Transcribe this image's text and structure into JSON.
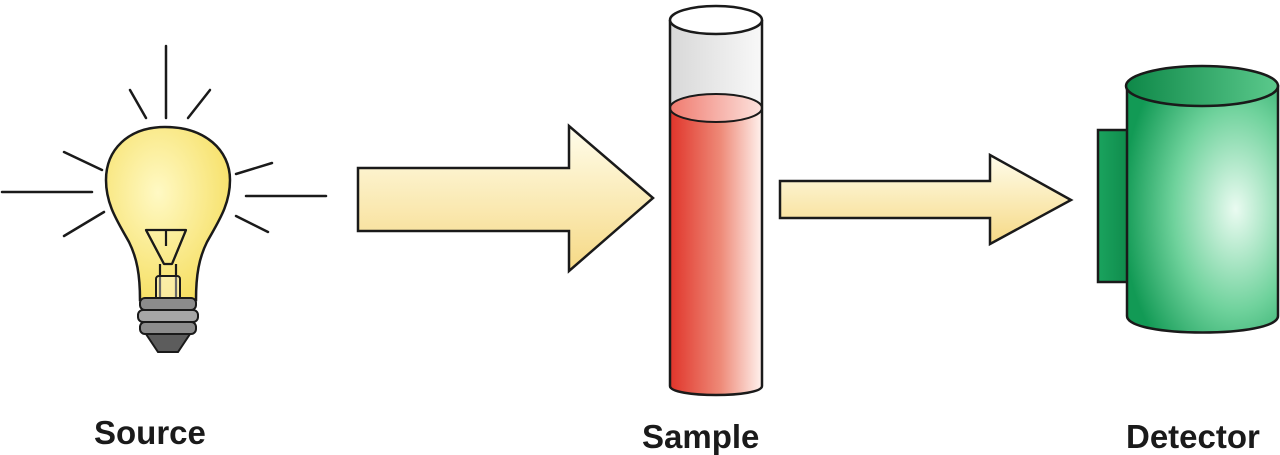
{
  "labels": {
    "source": "Source",
    "sample": "Sample",
    "detector": "Detector"
  },
  "colors": {
    "arrow_fill_light": "#FFFDEB",
    "arrow_fill_dark": "#F6D985",
    "bulb_glow": "#FFF9C4",
    "bulb_fill": "#F5DD5C",
    "liquid_dark": "#E0342A",
    "liquid_light": "#FFF2EE",
    "tube_glass": "#E6E6E6",
    "detector_dark": "#129A55",
    "detector_light": "#EAFBF1",
    "outline": "#1a1a1a"
  }
}
